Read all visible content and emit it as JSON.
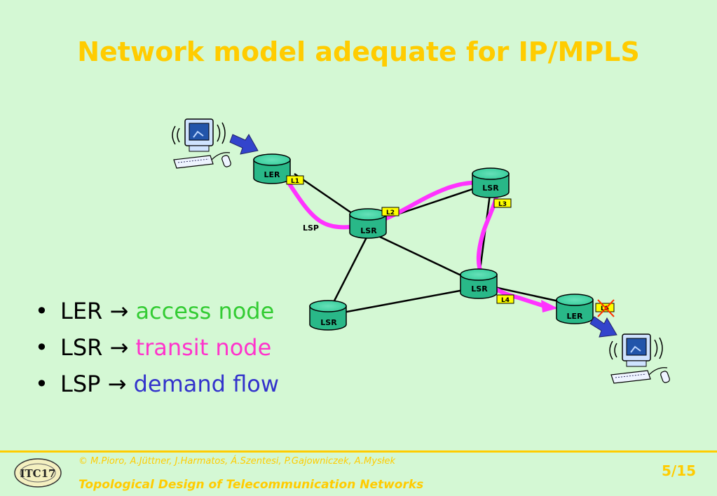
{
  "title": "Network model adequate for IP/MPLS",
  "diagram": {
    "nodes": {
      "ler_top": "LER",
      "lsr_center": "LSR",
      "lsr_upper_right": "LSR",
      "lsr_mid_right": "LSR",
      "lsr_bottom_left": "LSR",
      "ler_right": "LER"
    },
    "links": {
      "l1": "L1",
      "l2": "L2",
      "l3": "L3",
      "l4": "L4",
      "l5": "L5"
    },
    "lsp_label": "LSP",
    "colors": {
      "node_fill": "#33cc99",
      "path": "#ff33ff",
      "arrow": "#3344cc",
      "link_label_bg": "#ffff00"
    }
  },
  "bullets": [
    {
      "term": "LER",
      "arrow": "→",
      "definition": "access node",
      "color": "#33cc33"
    },
    {
      "term": "LSR",
      "arrow": "→",
      "definition": "transit node",
      "color": "#ff33cc"
    },
    {
      "term": "LSP",
      "arrow": "→",
      "definition": "demand flow",
      "color": "#3333cc"
    }
  ],
  "footer": {
    "credits": "© M.Pioro, A.Jüttner, J.Harmatos, Á.Szentesi, P.Gajowniczek, A.Mysłek",
    "course": "Topological Design of Telecommunication Networks",
    "page": "5/15",
    "logo_text": "ITC17"
  }
}
